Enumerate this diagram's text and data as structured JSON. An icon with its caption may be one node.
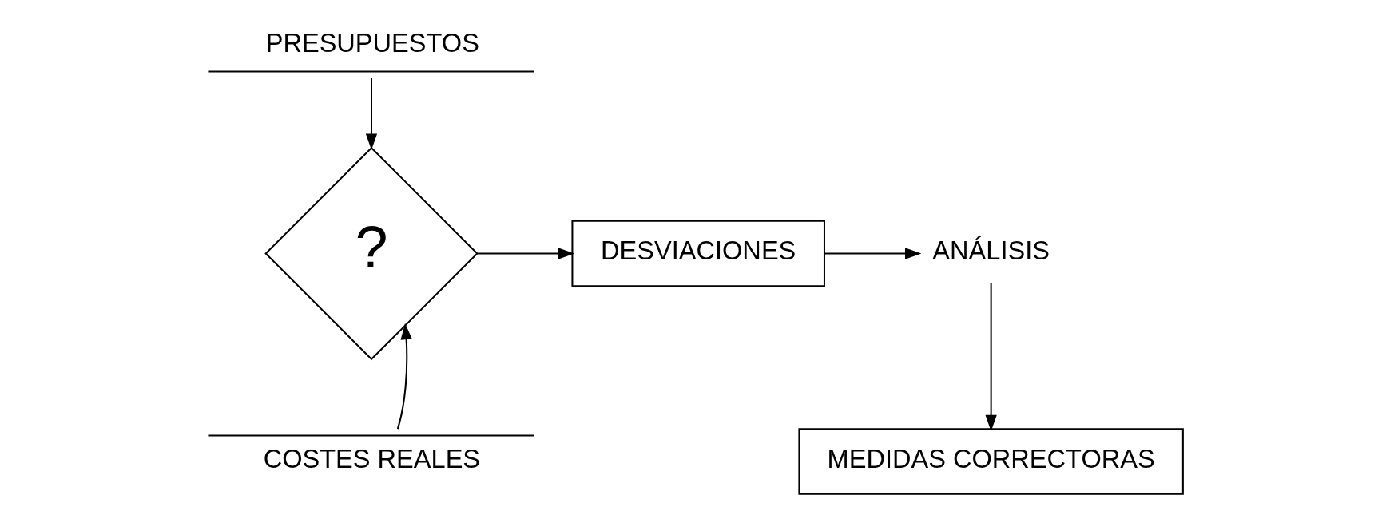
{
  "diagram": {
    "nodes": [
      {
        "text": [
          "PRESUPUESTOS"
        ]
      },
      {
        "text": [
          "?"
        ]
      },
      {
        "text": [
          "DESVIACIONES"
        ]
      },
      {
        "text": [
          "ANÁLISIS"
        ]
      },
      {
        "text": [
          "MEDIDAS CORRECTORAS"
        ]
      },
      {
        "text": [
          "COSTES REALES"
        ]
      }
    ],
    "edges": [
      {
        "from": 0,
        "to": 1,
        "arrow": "to"
      },
      {
        "from": 5,
        "to": 1,
        "arrow": "to"
      },
      {
        "from": 1,
        "to": 2,
        "arrow": "to"
      },
      {
        "from": 2,
        "to": 3,
        "arrow": "to"
      },
      {
        "from": 3,
        "to": 4,
        "arrow": "to"
      }
    ]
  }
}
